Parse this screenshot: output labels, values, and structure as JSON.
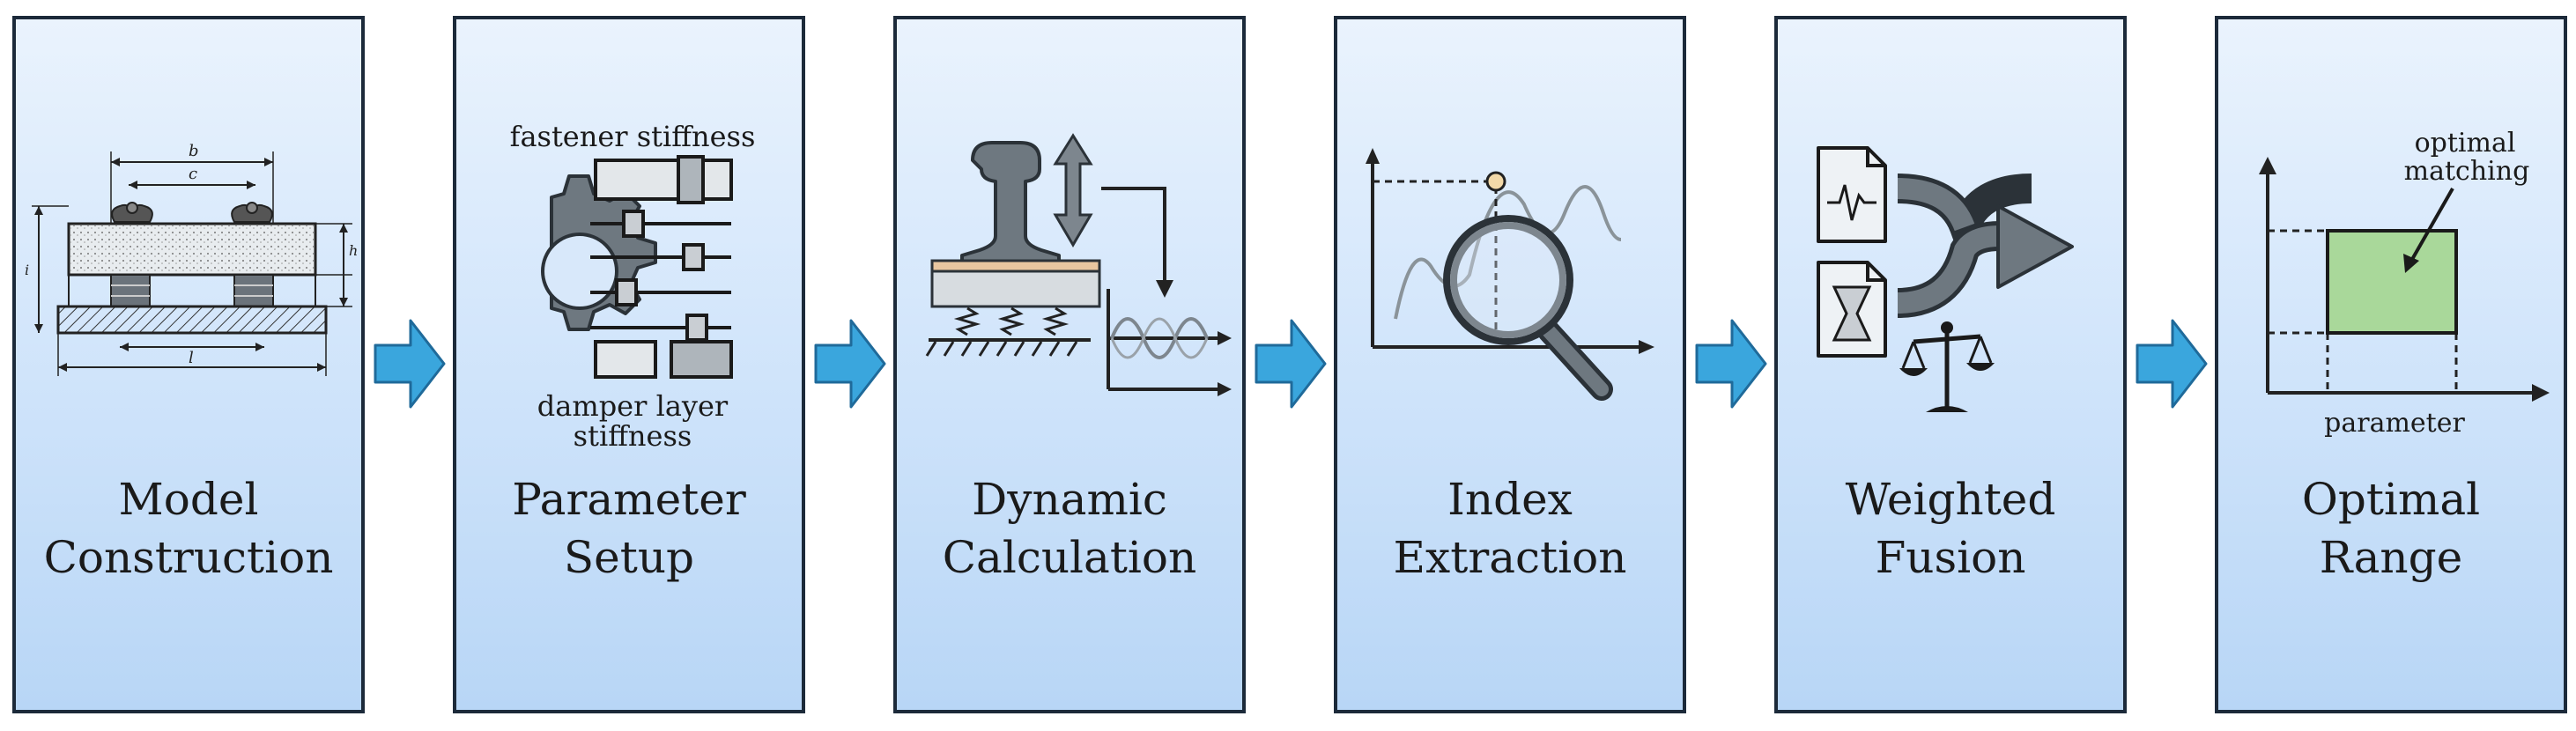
{
  "steps": [
    {
      "title_line1": "Model",
      "title_line2": "Construction",
      "icon": "track-cross-section-icon",
      "dims": {
        "b": "b",
        "c": "c",
        "l": "l",
        "h1": "h",
        "h2": "i"
      }
    },
    {
      "title_line1": "Parameter",
      "title_line2": "Setup",
      "icon": "gear-sliders-icon",
      "label_top": "fastener stiffness",
      "label_bottom_1": "damper layer",
      "label_bottom_2": "stiffness"
    },
    {
      "title_line1": "Dynamic",
      "title_line2": "Calculation",
      "icon": "rail-spring-wave-icon"
    },
    {
      "title_line1": "Index",
      "title_line2": "Extraction",
      "icon": "magnifier-curve-icon"
    },
    {
      "title_line1": "Weighted",
      "title_line2": "Fusion",
      "icon": "documents-merge-scale-icon"
    },
    {
      "title_line1": "Optimal",
      "title_line2": "Range",
      "icon": "optimal-range-plot-icon",
      "label_annotation_1": "optimal",
      "label_annotation_2": "matching",
      "label_axis": "parameter"
    }
  ],
  "colors": {
    "arrow": "#3aa6dd",
    "panel_border": "#1c2a3a",
    "optimal_box": "#a9d89a",
    "icon_gray": "#6e7880"
  }
}
